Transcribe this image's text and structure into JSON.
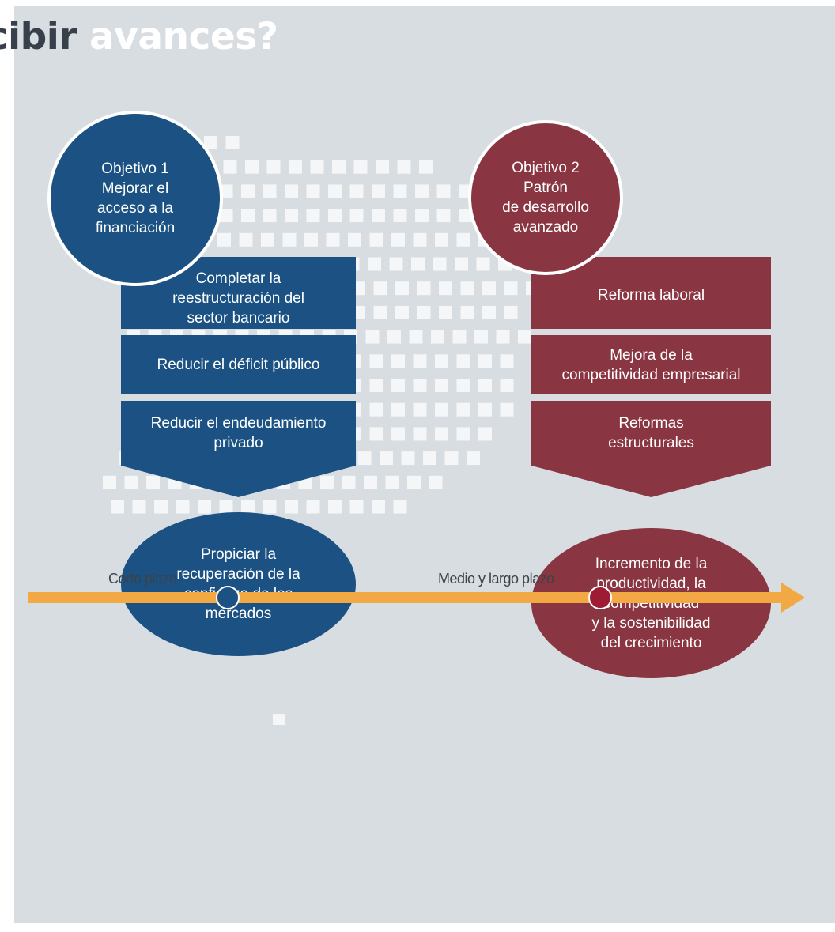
{
  "title": {
    "part1": "rcibir",
    "part2": "avances?"
  },
  "objective1": {
    "lines": [
      "Objetivo 1",
      "Mejorar el",
      "acceso a la",
      "financiación"
    ],
    "color": "#1b5283",
    "steps": [
      {
        "lines": [
          "Completar la",
          "reestructuración del",
          "sector bancario"
        ]
      },
      {
        "lines": [
          "Reducir el déficit público"
        ]
      },
      {
        "lines": [
          "Reducir el endeudamiento",
          "privado"
        ]
      }
    ],
    "outcome": [
      "Propiciar la",
      "recuperación de la",
      "confianza de los",
      "mercados"
    ]
  },
  "objective2": {
    "lines": [
      "Objetivo 2",
      "Patrón",
      "de desarrollo",
      "avanzado"
    ],
    "color": "#8a3642",
    "steps": [
      {
        "lines": [
          "Reforma laboral"
        ]
      },
      {
        "lines": [
          "Mejora de la",
          "competitividad empresarial"
        ]
      },
      {
        "lines": [
          "Reformas",
          "estructurales"
        ]
      }
    ],
    "outcome": [
      "Incremento de la",
      "productividad, la",
      "competitividad",
      "y la sostenibilidad",
      "del crecimiento"
    ]
  },
  "timeline": {
    "short_label": "Corto plazo",
    "long_label": "Medio y largo plazo",
    "arrow_color": "#f2a843"
  }
}
